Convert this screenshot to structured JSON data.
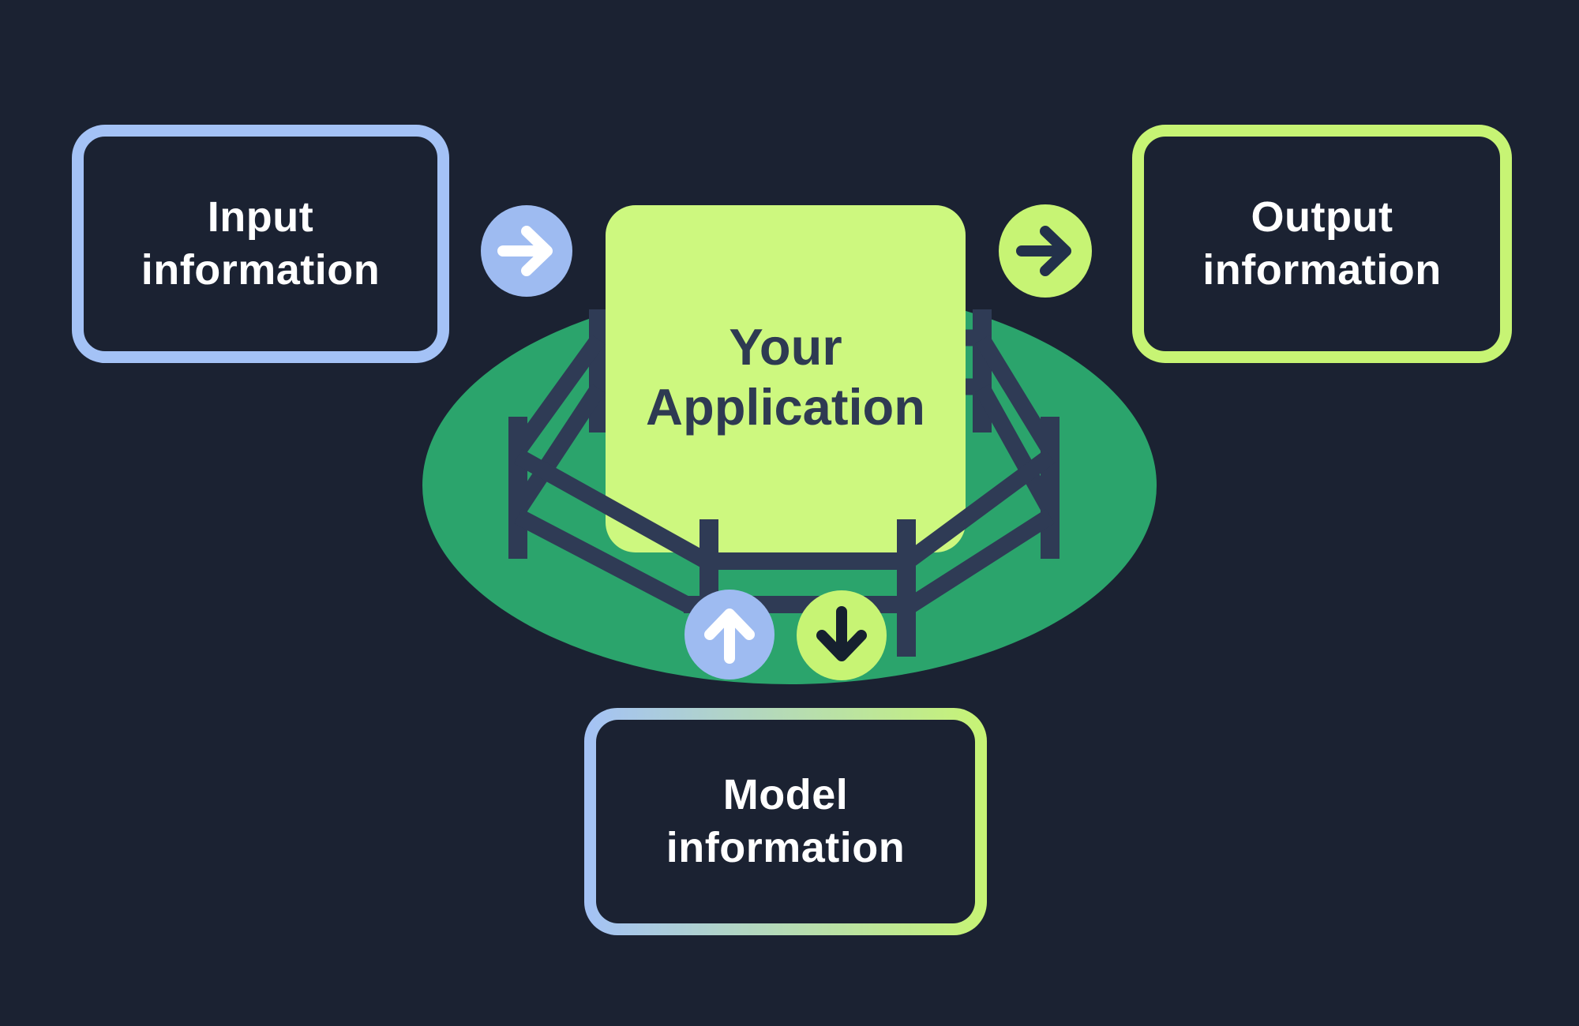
{
  "diagram": {
    "center": {
      "app_line1": "Your",
      "app_line2": "Application"
    },
    "boxes": {
      "input": {
        "line1": "Input",
        "line2": "information"
      },
      "output": {
        "line1": "Output",
        "line2": "information"
      },
      "model": {
        "line1": "Model",
        "line2": "information"
      }
    },
    "icons": {
      "input_flow": "arrow-right-icon",
      "output_flow": "arrow-right-icon",
      "model_request": "arrow-down-icon",
      "model_response": "arrow-up-icon"
    },
    "colors": {
      "background": "#1B2232",
      "accent_blue": "#A4C2F6",
      "accent_lime": "#C7F474",
      "app_fill": "#CDF87F",
      "paddock_green": "#2BA46C",
      "fence_slate": "#2F3B55",
      "app_text": "#2E3A52",
      "label_text": "#FFFFFF"
    }
  }
}
